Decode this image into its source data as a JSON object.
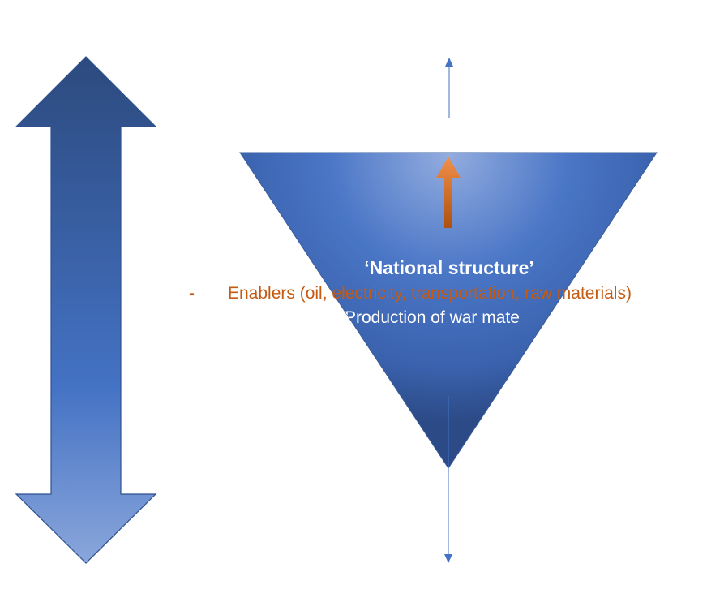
{
  "colors": {
    "arrow_dark": "#2c4a7e",
    "arrow_light": "#7e9fd6",
    "triangle_center": "#8ea8dd",
    "triangle_mid": "#4472c4",
    "triangle_edge": "#2f4f8f",
    "orange_arrow_top": "#f08c3c",
    "orange_arrow_bottom": "#b5520f",
    "bullet_text": "#c55a11",
    "thin_line": "#4472c4"
  },
  "labels": {
    "title": "‘National structure’",
    "bullet_dash": "-",
    "bullet_text": "Enablers (oil, electricity, transportation, raw materials)",
    "production": "Production of war mate"
  }
}
